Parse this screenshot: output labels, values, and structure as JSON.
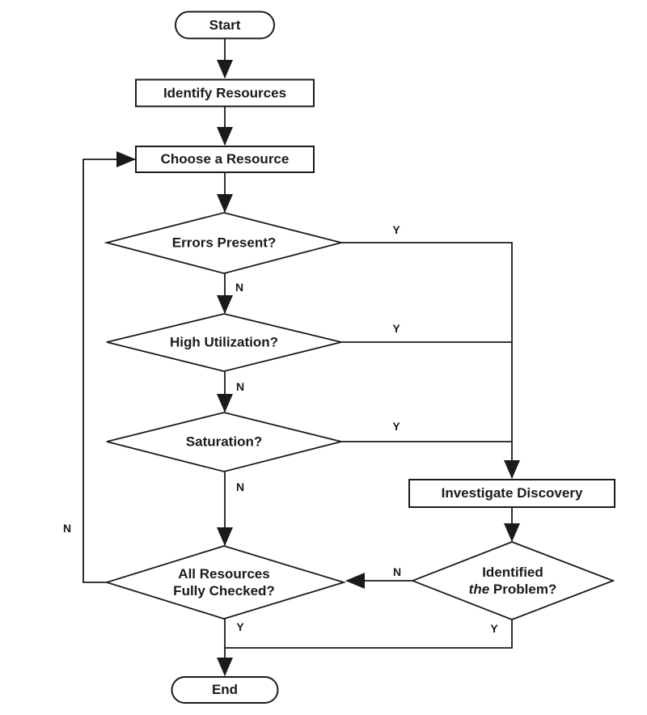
{
  "diagram": {
    "type": "flowchart",
    "nodes": {
      "start": {
        "label": "Start",
        "shape": "terminator"
      },
      "identify_resources": {
        "label": "Identify Resources",
        "shape": "process"
      },
      "choose_resource": {
        "label": "Choose a Resource",
        "shape": "process"
      },
      "errors_present": {
        "label": "Errors Present?",
        "shape": "decision"
      },
      "high_utilization": {
        "label": "High Utilization?",
        "shape": "decision"
      },
      "saturation": {
        "label": "Saturation?",
        "shape": "decision"
      },
      "investigate_discovery": {
        "label": "Investigate Discovery",
        "shape": "process"
      },
      "all_resources_checked": {
        "line1": "All Resources",
        "line2": "Fully Checked?",
        "shape": "decision"
      },
      "identified_problem": {
        "line1": "Identified",
        "line2_italic": "the",
        "line2_rest": "Problem?",
        "shape": "decision"
      }
    },
    "end_node": {
      "label": "End",
      "shape": "terminator"
    },
    "edge_labels": {
      "errors_yes": "Y",
      "high_yes": "Y",
      "saturation_yes": "Y",
      "errors_no": "N",
      "high_no": "N",
      "saturation_no": "N",
      "loop_no": "N",
      "identified_no": "N",
      "all_checked_yes": "Y",
      "identified_yes": "Y"
    },
    "edges": [
      {
        "from": "start",
        "to": "identify_resources",
        "label": ""
      },
      {
        "from": "identify_resources",
        "to": "choose_resource",
        "label": ""
      },
      {
        "from": "choose_resource",
        "to": "errors_present",
        "label": ""
      },
      {
        "from": "errors_present",
        "to": "high_utilization",
        "label": "N"
      },
      {
        "from": "high_utilization",
        "to": "saturation",
        "label": "N"
      },
      {
        "from": "saturation",
        "to": "all_resources_checked",
        "label": "N"
      },
      {
        "from": "errors_present",
        "to": "investigate_discovery",
        "label": "Y"
      },
      {
        "from": "high_utilization",
        "to": "investigate_discovery",
        "label": "Y"
      },
      {
        "from": "saturation",
        "to": "investigate_discovery",
        "label": "Y"
      },
      {
        "from": "investigate_discovery",
        "to": "identified_problem",
        "label": ""
      },
      {
        "from": "identified_problem",
        "to": "all_resources_checked",
        "label": "N"
      },
      {
        "from": "identified_problem",
        "to": "end",
        "label": "Y"
      },
      {
        "from": "all_resources_checked",
        "to": "end",
        "label": "Y"
      },
      {
        "from": "all_resources_checked",
        "to": "choose_resource",
        "label": "N"
      }
    ],
    "colors": {
      "background": "#ffffff",
      "line": "#1a1a1a",
      "node_fill": "#ffffff",
      "node_border": "#1a1a1a",
      "text": "#1a1a1a"
    }
  }
}
